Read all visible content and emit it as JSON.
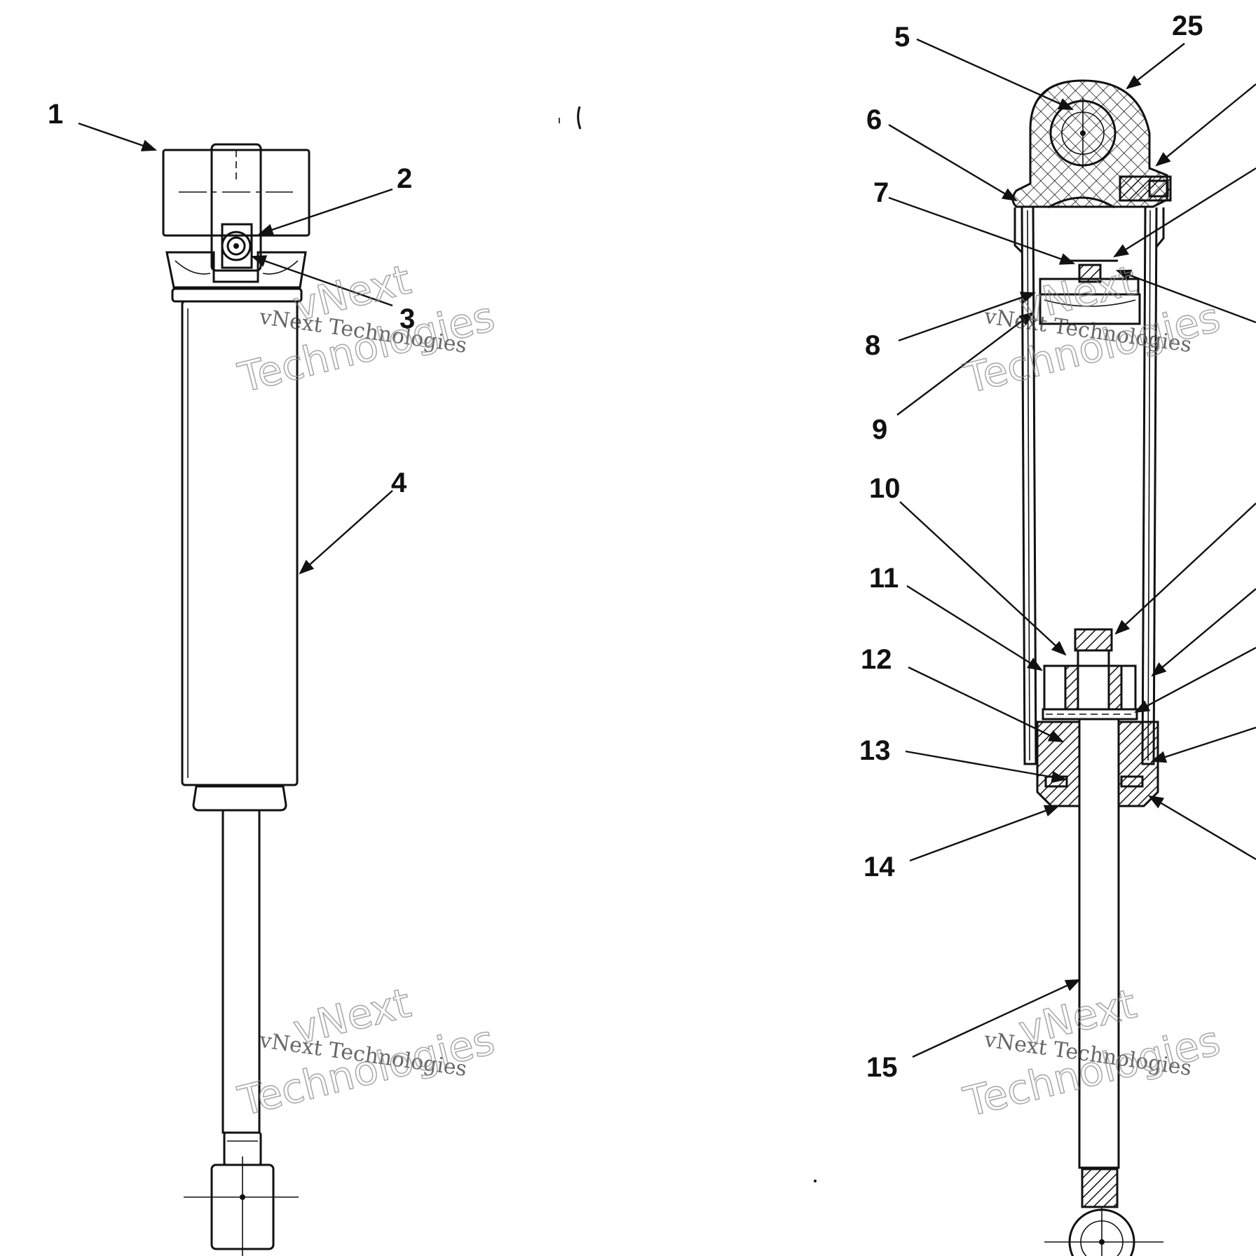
{
  "callouts": {
    "c1": "1",
    "c2": "2",
    "c3": "3",
    "c4": "4",
    "c5": "5",
    "c6": "6",
    "c7": "7",
    "c8": "8",
    "c9": "9",
    "c10": "10",
    "c11": "11",
    "c12": "12",
    "c13": "13",
    "c14": "14",
    "c15": "15",
    "c25": "25"
  },
  "watermark": {
    "line1": "vNext Technologies",
    "word1": "vNext",
    "word2": "Technologies"
  }
}
